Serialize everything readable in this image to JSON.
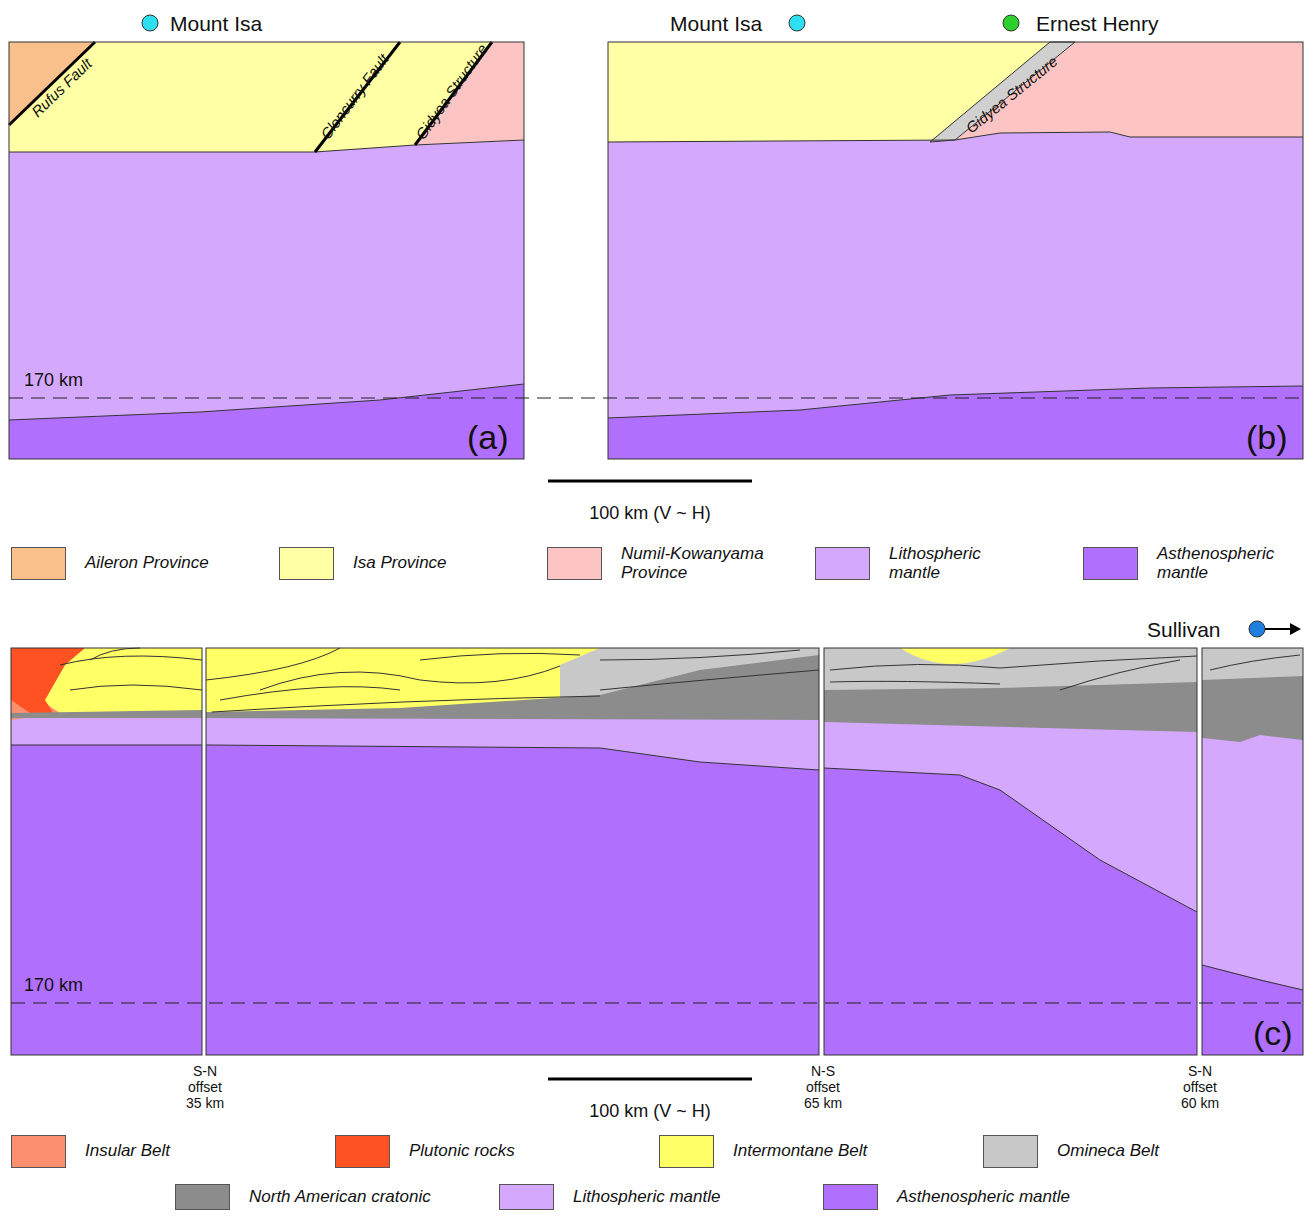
{
  "diagram": {
    "labels": [
      "Mount Isa",
      "Rufus Fault",
      "Cloncurry Fault",
      "Gidyea Structure",
      "170 km",
      "(a)",
      "Mount Isa",
      "Ernest Henry",
      "Gidyea Structure",
      "(b)",
      "100 km (V ~ H)",
      "Sullivan",
      "170 km",
      "(c)",
      "S-N offset 35 km",
      "N-S offset 65 km",
      "S-N offset 60 km",
      "100 km (V ~ H)"
    ],
    "legend": [
      {
        "text": "Aileron Province",
        "color": "#f9c08b"
      },
      {
        "text": "Isa Province",
        "color": "#ffffa6"
      },
      {
        "text": "Numil-Kowanyama Province",
        "color": "#fdc4c4"
      },
      {
        "text": "Lithospheric mantle",
        "color": "#d4a8fd"
      },
      {
        "text": "Asthenospheric mantle",
        "color": "#b16ffd"
      },
      {
        "text": "Insular Belt",
        "color": "#fc8f6d"
      },
      {
        "text": "Plutonic rocks",
        "color": "#ff5223"
      },
      {
        "text": "Intermontane Belt",
        "color": "#ffff66"
      },
      {
        "text": "Omineca Belt",
        "color": "#c8c8c8"
      },
      {
        "text": "North American cratonic",
        "color": "#8c8c8c"
      },
      {
        "text": "Lithospheric mantle",
        "color": "#d4a8fd"
      },
      {
        "text": "Asthenospheric mantle",
        "color": "#b16ffd"
      }
    ]
  }
}
